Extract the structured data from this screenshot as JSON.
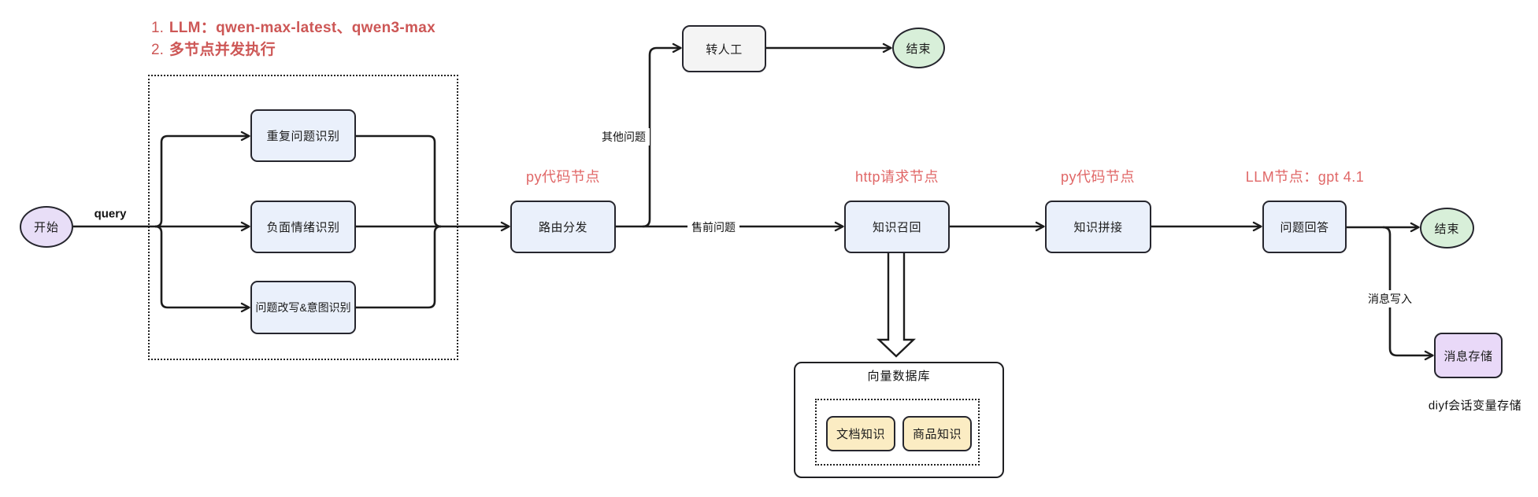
{
  "annotation": {
    "items": [
      {
        "num": "1.",
        "text": "LLM：qwen-max-latest、qwen3-max"
      },
      {
        "num": "2.",
        "text": "多节点并发执行"
      }
    ]
  },
  "nodes": {
    "start": {
      "label": "开始"
    },
    "dup_detect": {
      "label": "重复问题识别"
    },
    "neg_emotion": {
      "label": "负面情绪识别"
    },
    "rewrite_intent": {
      "label": "问题改写&意图识别"
    },
    "router": {
      "label": "路由分发",
      "type_label": "py代码节点"
    },
    "human_handoff": {
      "label": "转人工"
    },
    "end_top": {
      "label": "结束"
    },
    "knowledge_recall": {
      "label": "知识召回",
      "type_label": "http请求节点"
    },
    "knowledge_concat": {
      "label": "知识拼接",
      "type_label": "py代码节点"
    },
    "answer": {
      "label": "问题回答",
      "type_label": "LLM节点：gpt 4.1"
    },
    "end_right": {
      "label": "结束"
    },
    "message_store": {
      "label": "消息存储",
      "caption": "diyf会话变量存储"
    },
    "vector_db": {
      "label": "向量数据库"
    },
    "doc_knowledge": {
      "label": "文档知识"
    },
    "product_knowledge": {
      "label": "商品知识"
    }
  },
  "edge_labels": {
    "query": "query",
    "other_question": "其他问题",
    "presale_question": "售前问题",
    "message_write": "消息写入"
  },
  "colors": {
    "node_blue": "#eaf0fb",
    "node_gray": "#f4f4f4",
    "node_green": "#d8efd9",
    "start_purple": "#e8def7",
    "store_purple": "#e9d9f8",
    "knowledge_yellow": "#fbecc3",
    "line": "#1c1c1c",
    "annotation_red": "#cd5756",
    "type_label_red": "#e06767"
  }
}
